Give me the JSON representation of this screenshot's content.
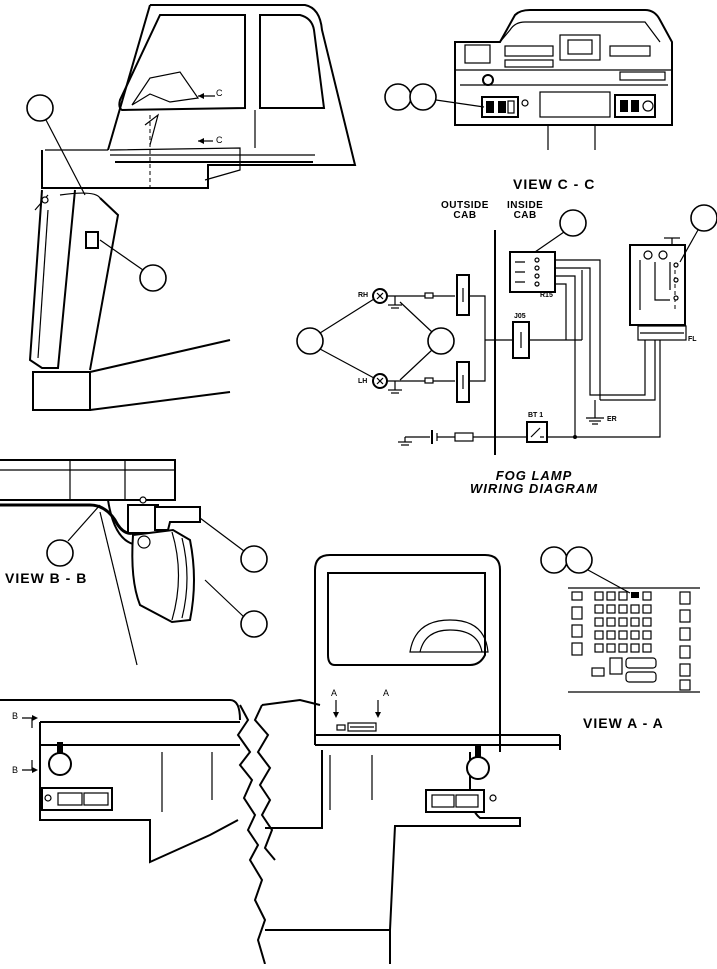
{
  "views": {
    "c": "VIEW C - C",
    "b": "VIEW B - B",
    "a": "VIEW A - A"
  },
  "section_marks": {
    "c": "C",
    "b": "B",
    "a": "A"
  },
  "wiring": {
    "outside": [
      "OUTSIDE",
      "CAB"
    ],
    "inside": [
      "INSIDE",
      "CAB"
    ],
    "title": [
      "FOG LAMP",
      "WIRING DIAGRAM"
    ],
    "rh": "RH",
    "lh": "LH",
    "r15": "R15",
    "j05": "J05",
    "bt1": "BT 1",
    "er": "ER",
    "fl": "FL"
  }
}
